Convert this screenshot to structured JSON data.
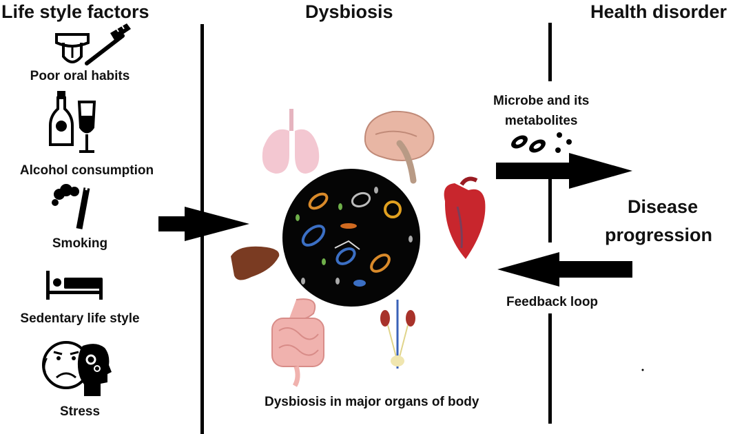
{
  "columns": {
    "left": "Life style factors",
    "middle": "Dysbiosis",
    "right": "Health disorder"
  },
  "factors": [
    {
      "label": "Poor oral habits",
      "icon": "tongue-toothbrush-icon"
    },
    {
      "label": "Alcohol consumption",
      "icon": "bottle-glass-icon"
    },
    {
      "label": "Smoking",
      "icon": "cigarette-smoke-icon"
    },
    {
      "label": "Sedentary life style",
      "icon": "bed-icon"
    },
    {
      "label": "Stress",
      "icon": "stressed-face-head-gears-icon"
    }
  ],
  "center": {
    "organs": [
      "lungs",
      "brain",
      "heart",
      "liver",
      "intestine",
      "kidneys"
    ],
    "caption": "Dysbiosis in major organs of body"
  },
  "right": {
    "microbe_label_line1": "Microbe and its",
    "microbe_label_line2": "metabolites",
    "disease_line1": "Disease",
    "disease_line2": "progression",
    "feedback_label": "Feedback loop"
  },
  "colors": {
    "text": "#111111",
    "divider": "#000000",
    "circle": "#050505",
    "lung": "#f3c7d1",
    "brain": "#e8b6a4",
    "heart": "#c8262d",
    "liver": "#7a3b22",
    "intestine": "#f0b2ae",
    "kidney": "#a8322a"
  }
}
